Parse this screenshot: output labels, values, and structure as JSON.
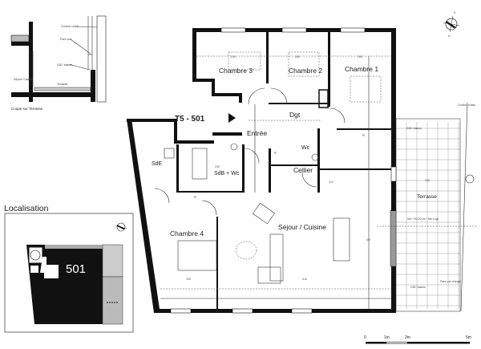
{
  "plan": {
    "unit_label": "T5 - 501",
    "rooms": {
      "chambre1": "Chambre 1",
      "chambre2": "Chambre 2",
      "chambre3": "Chambre 3",
      "chambre4": "Chambre 4",
      "dgt": "Dgt",
      "entree": "Entrée",
      "sde": "SdE",
      "sdb_wc": "SdB + Wc",
      "wc": "Wc",
      "cellier": "Cellier",
      "sejour": "Séjour / Cuisine",
      "terrasse": "Terrasse"
    },
    "placards": [
      "Pl",
      "Pl",
      "Pl",
      "Pl"
    ],
    "annotations": {
      "conduit_voisin": "Conduit voisin",
      "gdc_balcon_top": "GDC balcon",
      "gdc_balcon_bottom": "GDC balcon",
      "pare_vue": "Pare vue d'angle",
      "niveau": "ht/v +20.00 cm / Niv Logt"
    },
    "dimensions": [
      "239",
      "289",
      "285",
      "312",
      "305",
      "616",
      "407",
      "255",
      "239"
    ]
  },
  "section": {
    "title": "Coupe sur Terrasse",
    "conduit": "Conduit voisin",
    "pare_vue": "Pare-vue",
    "gdc": "GDC balcon",
    "interior": "Séjour/ Cuisine",
    "terrace": "Terrasse"
  },
  "localisation": {
    "title": "Localisation",
    "unit_number": "501"
  },
  "scale": {
    "ticks": [
      "0",
      "1m",
      "2m",
      "5m"
    ]
  },
  "compass": {
    "north": "N",
    "south": "S"
  }
}
